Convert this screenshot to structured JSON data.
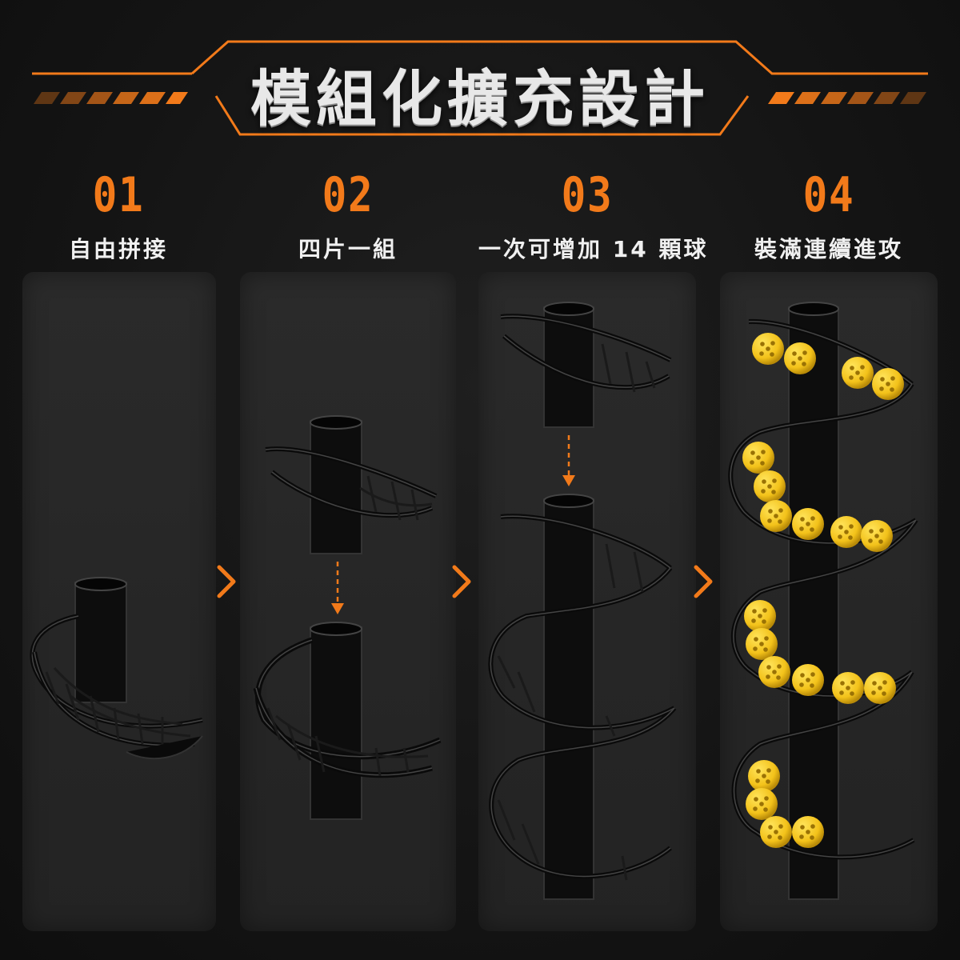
{
  "header": {
    "title": "模組化擴充設計"
  },
  "colors": {
    "accent": "#f27a1a",
    "background": "#141414",
    "panel": "#262626",
    "ball": "#f3c21a"
  },
  "steps": [
    {
      "number": "01",
      "label": "自由拼接"
    },
    {
      "number": "02",
      "label": "四片一組"
    },
    {
      "number": "03",
      "label": "一次可增加 14 顆球"
    },
    {
      "number": "04",
      "label": "裝滿連續進攻"
    }
  ]
}
